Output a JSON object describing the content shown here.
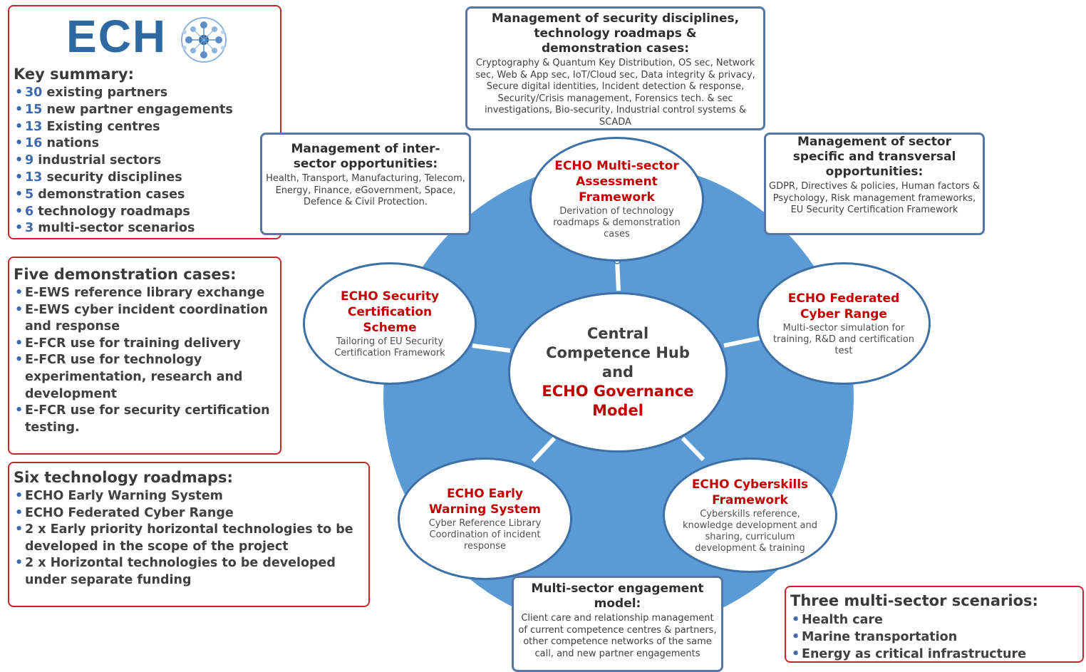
{
  "logo": {
    "text": "ECH"
  },
  "key_summary": {
    "title": "Key summary:",
    "items": [
      {
        "num": "30",
        "text": "existing partners"
      },
      {
        "num": "15",
        "text": "new partner engagements"
      },
      {
        "num": "13",
        "text": "Existing centres"
      },
      {
        "num": "16",
        "text": "nations"
      },
      {
        "num": "9",
        "text": "industrial sectors"
      },
      {
        "num": "13",
        "text": "security disciplines"
      },
      {
        "num": "5",
        "text": "demonstration cases"
      },
      {
        "num": "6",
        "text": "technology roadmaps"
      },
      {
        "num": "3",
        "text": "multi-sector scenarios"
      }
    ]
  },
  "demonstration_cases": {
    "title": "Five demonstration cases:",
    "items": [
      "E-EWS reference library exchange",
      "E-EWS cyber incident coordination and response",
      "E-FCR use for training delivery",
      "E-FCR use for technology experimentation, research and development",
      "E-FCR use for security certification testing."
    ]
  },
  "technology_roadmaps": {
    "title": "Six technology roadmaps:",
    "items": [
      "ECHO Early Warning System",
      "ECHO Federated Cyber Range",
      "2 x Early priority horizontal technologies to be developed in the scope of the project",
      "2 x Horizontal technologies to be developed under separate funding"
    ]
  },
  "scenarios": {
    "title": "Three multi-sector scenarios:",
    "items": [
      "Health care",
      "Marine transportation",
      "Energy as critical infrastructure"
    ]
  },
  "boxes": {
    "security_disciplines": {
      "title": "Management of security disciplines, technology roadmaps & demonstration cases:",
      "desc": "Cryptography & Quantum Key Distribution, OS sec, Network sec, Web & App sec, IoT/Cloud sec, Data integrity & privacy, Secure digital identities, Incident detection & response, Security/Crisis management, Forensics tech. & sec investigations, Bio-security, Industrial control systems & SCADA"
    },
    "inter_sector": {
      "title": "Management of inter-sector opportunities:",
      "desc": "Health, Transport, Manufacturing, Telecom, Energy, Finance, eGovernment, Space, Defence & Civil Protection."
    },
    "sector_specific": {
      "title": "Management of sector specific and transversal opportunities:",
      "desc": "GDPR, Directives & policies, Human factors & Psychology, Risk management frameworks, EU Security Certification Framework"
    },
    "engagement": {
      "title": "Multi-sector engagement model:",
      "desc": "Client care and relationship management of current competence centres & partners, other competence networks of the same call, and new partner engagements"
    }
  },
  "hub": {
    "line1": "Central",
    "line2": "Competence Hub",
    "line3": "and",
    "line4": "ECHO Governance",
    "line5": "Model"
  },
  "nodes": {
    "assessment": {
      "title": "ECHO Multi-sector Assessment Framework",
      "desc": "Derivation of technology roadmaps & demonstration cases"
    },
    "certification": {
      "title": "ECHO Security Certification Scheme",
      "desc": "Tailoring of EU Security Certification Framework"
    },
    "cyber_range": {
      "title": "ECHO Federated Cyber Range",
      "desc": "Multi-sector simulation for training, R&D and certification test"
    },
    "early_warning": {
      "title": "ECHO Early Warning System",
      "desc": "Cyber Reference Library Coordination of incident response"
    },
    "cyberskills": {
      "title": "ECHO Cyberskills Framework",
      "desc": "Cyberskills reference, knowledge development and sharing, curriculum development & training"
    }
  }
}
